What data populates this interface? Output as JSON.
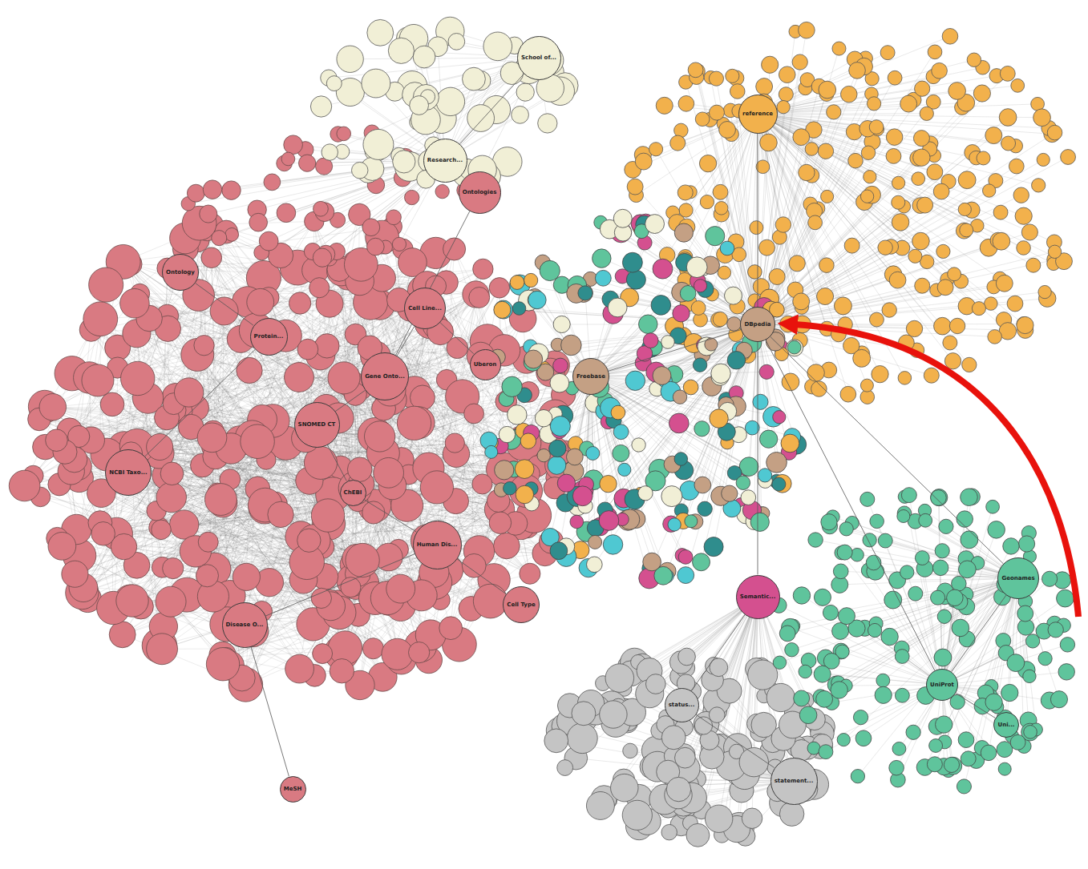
{
  "diagram": {
    "nodes": [
      {
        "text": [
          "DBpedia"
        ]
      },
      {
        "text": [
          "Freebase"
        ]
      },
      {
        "text": [
          "reference"
        ]
      },
      {
        "text": [
          "UniProt"
        ]
      },
      {
        "text": [
          "Geonames"
        ]
      },
      {
        "text": [
          "Semantic..."
        ]
      },
      {
        "text": [
          "Ontologies"
        ]
      },
      {
        "text": [
          "Research..."
        ]
      },
      {
        "text": [
          "School of..."
        ]
      },
      {
        "text": [
          "Gene Onto..."
        ]
      },
      {
        "text": [
          "Ontology"
        ]
      },
      {
        "text": [
          "Cell Line..."
        ]
      },
      {
        "text": [
          "SNOMED CT"
        ]
      },
      {
        "text": [
          "MeSH"
        ]
      },
      {
        "text": [
          "ChEBI"
        ]
      },
      {
        "text": [
          "Uberon"
        ]
      },
      {
        "text": [
          "Disease O..."
        ]
      },
      {
        "text": [
          "Human Dis..."
        ]
      },
      {
        "text": [
          "Cell Type"
        ]
      },
      {
        "text": [
          "NCBI Taxo..."
        ]
      },
      {
        "text": [
          "Protein..."
        ]
      },
      {
        "text": [
          "status..."
        ]
      },
      {
        "text": [
          "statement..."
        ]
      },
      {
        "text": [
          "Uni..."
        ]
      }
    ],
    "edges": [
      {
        "from": 0,
        "to": 1,
        "arrow": "none"
      },
      {
        "from": 0,
        "to": 2,
        "arrow": "none"
      },
      {
        "from": 0,
        "to": 5,
        "arrow": "none"
      },
      {
        "from": 0,
        "to": 3,
        "arrow": "none"
      },
      {
        "from": 0,
        "to": 4,
        "arrow": "none"
      },
      {
        "from": 3,
        "to": 23,
        "arrow": "none"
      },
      {
        "from": 3,
        "to": 4,
        "arrow": "none"
      },
      {
        "from": 5,
        "to": 21,
        "arrow": "none"
      },
      {
        "from": 21,
        "to": 22,
        "arrow": "none"
      },
      {
        "from": 7,
        "to": 8,
        "arrow": "none"
      },
      {
        "from": 6,
        "to": 7,
        "arrow": "none"
      },
      {
        "from": 9,
        "to": 11,
        "arrow": "none"
      },
      {
        "from": 9,
        "to": 12,
        "arrow": "none"
      },
      {
        "from": 12,
        "to": 14,
        "arrow": "none"
      },
      {
        "from": 10,
        "to": 20,
        "arrow": "none"
      },
      {
        "from": 19,
        "to": 20,
        "arrow": "none"
      },
      {
        "from": 14,
        "to": 17,
        "arrow": "none"
      },
      {
        "from": 17,
        "to": 16,
        "arrow": "none"
      },
      {
        "from": 18,
        "to": 17,
        "arrow": "none"
      },
      {
        "from": 15,
        "to": 11,
        "arrow": "none"
      },
      {
        "from": 13,
        "to": 16,
        "arrow": "none"
      },
      {
        "from": 6,
        "to": 9,
        "arrow": "none"
      }
    ]
  }
}
